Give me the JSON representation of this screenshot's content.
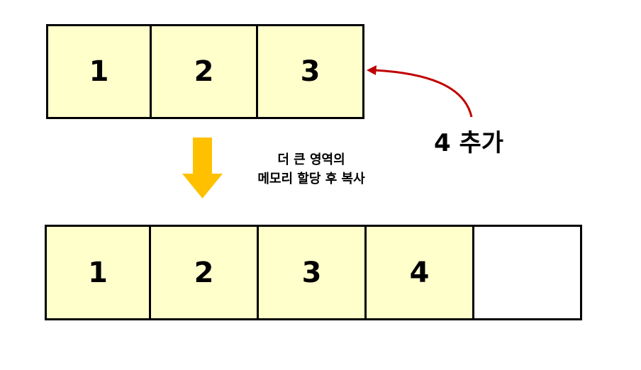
{
  "array_before": {
    "cells": [
      {
        "value": "1",
        "filled": true
      },
      {
        "value": "2",
        "filled": true
      },
      {
        "value": "3",
        "filled": true
      }
    ]
  },
  "array_after": {
    "cells": [
      {
        "value": "1",
        "filled": true
      },
      {
        "value": "2",
        "filled": true
      },
      {
        "value": "3",
        "filled": true
      },
      {
        "value": "4",
        "filled": true
      },
      {
        "value": "",
        "filled": false
      }
    ]
  },
  "add_label": "4 추가",
  "copy_caption": {
    "line1": "더 큰 영역의",
    "line2": "메모리 할당 후 복사"
  },
  "colors": {
    "cell_fill": "#ffffcc",
    "arrow_down": "#ffc000",
    "arrow_curve": "#c00000"
  }
}
